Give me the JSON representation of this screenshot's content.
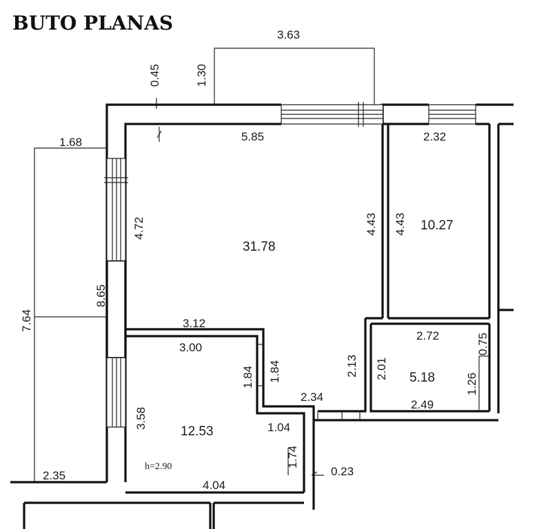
{
  "title": "BUTO PLANAS",
  "rooms": [
    {
      "id": "living",
      "area": "31.78"
    },
    {
      "id": "bedroom-right",
      "area": "10.27"
    },
    {
      "id": "bathroom",
      "area": "5.18"
    },
    {
      "id": "bedroom-left",
      "area": "12.53"
    }
  ],
  "ceiling_height": "h=2.90",
  "dimensions": {
    "top_span": "3.63",
    "wall_045": "0.45",
    "depth_130": "1.30",
    "living_top": "5.85",
    "right_room_top": "2.32",
    "left_outer_168": "1.68",
    "left_window_472": "4.72",
    "outer_height_865": "8.65",
    "outer_height_764": "7.64",
    "living_right_443": "4.43",
    "right_room_left_443": "4.43",
    "mid_wall_312": "3.12",
    "lower_room_top_300": "3.00",
    "step_184_left": "1.84",
    "step_184_right": "1.84",
    "hall_213": "2.13",
    "hall_bottom_234": "2.34",
    "bath_top_272": "2.72",
    "bath_right_075": "0.75",
    "bath_left_201": "2.01",
    "bath_right_126": "1.26",
    "bath_bottom_249": "2.49",
    "left_room_358": "3.58",
    "notch_104": "1.04",
    "notch_174": "1.74",
    "gap_023": "0.23",
    "bottom_left_235": "2.35",
    "bottom_room_404": "4.04"
  }
}
